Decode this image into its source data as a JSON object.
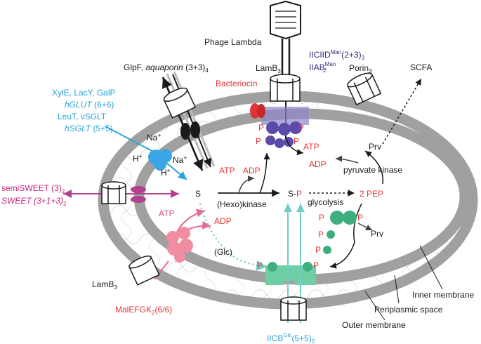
{
  "labels": {
    "phage_lambda": "Phage Lambda",
    "lamb3_top": "LamB",
    "lamb3_top_sub": "3",
    "iicid": "IICIID",
    "iicid_sup": "Man",
    "iicid_rest": "(2+3)",
    "iicid_sub": "3",
    "iiab": "IIAB",
    "iiab_sub": "2",
    "iiab_sup": "Man",
    "porin": "Porin",
    "porin_sub": "3",
    "scfa": "SCFA",
    "glpf": "GlpF, ",
    "aquaporin": "aquaporin",
    "glpf_rest": " (3+3)",
    "glpf_sub": "4",
    "bacteriocin": "Bacteriocin",
    "xyle": "XylE, LacY, GalP",
    "hglut": "hGLUT",
    "hglut_rest": " (6+6)",
    "leut": "LeuT, vSGLT",
    "hsglt": "hSGLT",
    "hsglt_rest": " (5+5)",
    "na_plus_1": "Na",
    "na_plus_2": "Na",
    "h_plus_1": "H",
    "h_plus_2": "H",
    "plus": "+",
    "semisweet": "semiSWEET (3)",
    "semisweet_sub": "2",
    "sweet": "SWEET (3+1+3)",
    "sweet_sub": "2",
    "s": "S",
    "hexokinase": "(Hexo)kinase",
    "atp_center": "ATP",
    "adp_center": "ADP",
    "s_p_s": "S-",
    "s_p_p": "P",
    "glycolysis": "glycolysis",
    "two_pep": "2 PEP",
    "atp_pk": "ATP",
    "adp_pk": "ADP",
    "prv_top": "Prv",
    "pyruvate_kinase": "pyruvate kinase",
    "p": "P",
    "prv_right": "Prv",
    "atp_left": "ATP",
    "adp_left": "ADP",
    "glc": "(Glc)",
    "lamb3_bottom": "LamB",
    "lamb3_bottom_sub": "3",
    "malefgk": "MalEFGK",
    "malefgk_sub": "2",
    "malefgk_rest": "(6/6)",
    "inner_membrane": "Inner membrane",
    "periplasmic_space": "Periplasmic space",
    "outer_membrane": "Outer membrane",
    "iicb": "IICB",
    "iicb_sup": "Glc",
    "iicb_rest": "(5+5)",
    "iicb_sub": "2"
  },
  "colors": {
    "membrane": "#a0a0a0",
    "red": "#e03535",
    "navy": "#2e2a7a",
    "cyan": "#2aa3d8",
    "magenta": "#c8237a",
    "pink": "#e0507a",
    "green": "#3fae7e",
    "purple": "#5b4aa8"
  }
}
